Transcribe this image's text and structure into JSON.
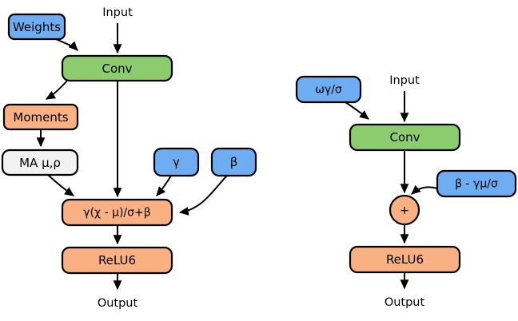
{
  "diagram": {
    "background_color": "#ffffff",
    "stroke_color": "#000000",
    "palette": {
      "blue": "#6fadf2",
      "green": "#8ccc6e",
      "orange": "#f9b183",
      "white": "#f2f2f2"
    },
    "left_graph": {
      "title": "conv-batchnorm-relu6 training graph",
      "nodes": {
        "weights": {
          "label": "Weights",
          "color": "#6fadf2"
        },
        "input": {
          "label": "Input"
        },
        "conv": {
          "label": "Conv",
          "color": "#8ccc6e"
        },
        "moments": {
          "label": "Moments",
          "color": "#f9b183"
        },
        "moving_average": {
          "label": "MA μ,ρ",
          "color": "#f2f2f2"
        },
        "gamma": {
          "label": "γ",
          "color": "#6fadf2"
        },
        "beta": {
          "label": "β",
          "color": "#6fadf2"
        },
        "batchnorm": {
          "label": "γ(χ - μ)/σ+β",
          "color": "#f9b183"
        },
        "relu6": {
          "label": "ReLU6",
          "color": "#f9b183"
        },
        "output": {
          "label": "Output"
        }
      }
    },
    "right_graph": {
      "title": "folded conv-relu6 inference graph",
      "nodes": {
        "folded_weights": {
          "label": "ωγ/σ",
          "color": "#6fadf2"
        },
        "input": {
          "label": "Input"
        },
        "conv": {
          "label": "Conv",
          "color": "#8ccc6e"
        },
        "folded_bias": {
          "label": "β - γμ/σ",
          "color": "#6fadf2"
        },
        "add": {
          "label": "+",
          "color": "#f9b183"
        },
        "relu6": {
          "label": "ReLU6",
          "color": "#f9b183"
        },
        "output": {
          "label": "Output"
        }
      }
    }
  }
}
